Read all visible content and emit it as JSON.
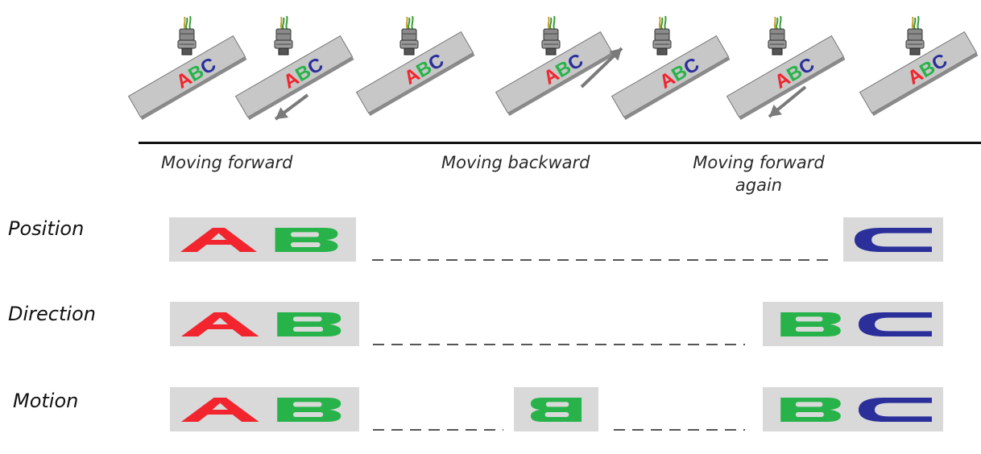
{
  "colors": {
    "letter_a": "#f2242d",
    "letter_b": "#28b34a",
    "letter_c": "#2a2f9a",
    "panel": "#d9d9d9",
    "dash": "#555555",
    "strip": "#c7c7c7",
    "arrow": "#7a7a7a"
  },
  "icons": {
    "camera": "sensor-camera-icon",
    "arrow": "movement-arrow-icon"
  },
  "phases": [
    {
      "label": "Moving forward"
    },
    {
      "label": "Moving backward"
    },
    {
      "label": "Moving forward",
      "label2": "again"
    }
  ],
  "rows": [
    {
      "label": "Position",
      "tiles": [
        {
          "letters": [
            "A",
            "B"
          ]
        },
        {
          "letters": [
            "C"
          ]
        }
      ]
    },
    {
      "label": "Direction",
      "tiles": [
        {
          "letters": [
            "A",
            "B"
          ]
        },
        {
          "letters": [
            "B",
            "C"
          ]
        }
      ]
    },
    {
      "label": "Motion",
      "tiles": [
        {
          "letters": [
            "A",
            "B"
          ]
        },
        {
          "letters": [
            "B"
          ],
          "mirrored": true
        },
        {
          "letters": [
            "B",
            "C"
          ]
        }
      ]
    }
  ],
  "strip_text": "ABC"
}
